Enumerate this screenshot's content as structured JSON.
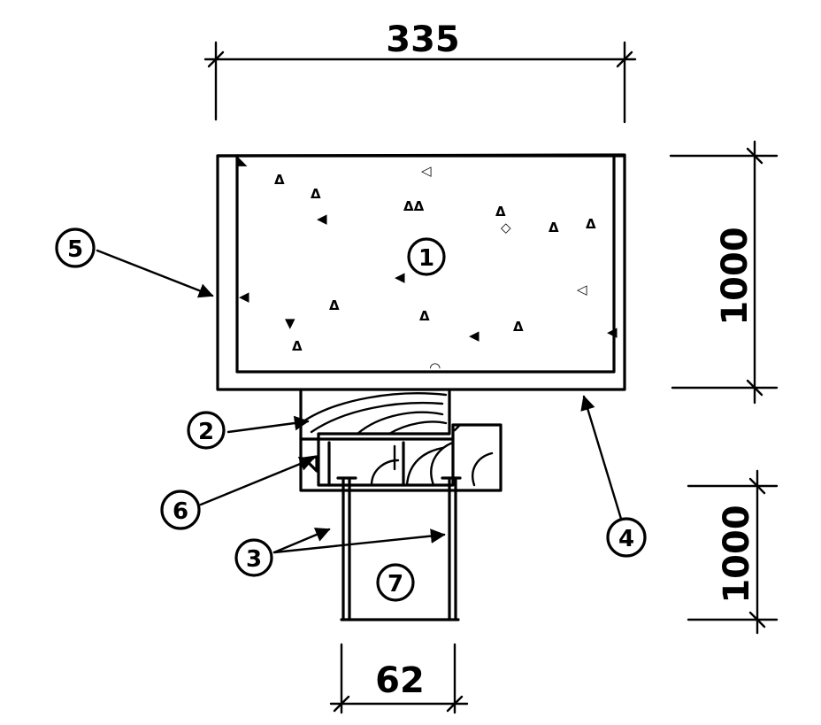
{
  "dimensions": {
    "top_width": "335",
    "right_upper_height": "1000",
    "right_lower_height": "1000",
    "bottom_width": "62"
  },
  "callouts": [
    {
      "id": "c1",
      "label": "1"
    },
    {
      "id": "c2",
      "label": "2"
    },
    {
      "id": "c3",
      "label": "3"
    },
    {
      "id": "c4",
      "label": "4"
    },
    {
      "id": "c5",
      "label": "5"
    },
    {
      "id": "c6",
      "label": "6"
    },
    {
      "id": "c7",
      "label": "7"
    }
  ],
  "aggregate_mark": "Δ"
}
